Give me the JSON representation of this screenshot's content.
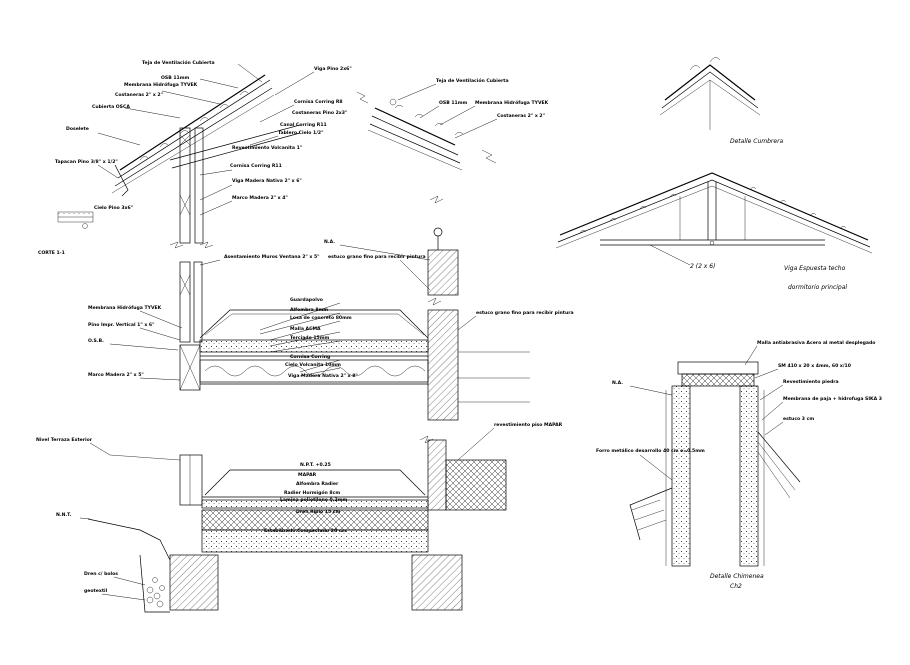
{
  "colors": {
    "ink": "#000000",
    "paper": "#ffffff"
  },
  "drawing": {
    "eave_detail": {
      "labels": [
        "Teja de Ventilación Cubierta",
        "OSB 11mm",
        "Membrana Hidrófuga TYVEK",
        "Costaneras 2\" x 2\"",
        "Cubierta OSCA",
        "Doselete",
        "Tapacan Pino 3/8\" x 1/2\"",
        "Viga Pino 2x6\"",
        "Cornisa Corring R8",
        "Costaneras Pino 2x3\"",
        "Canal Corring R11",
        "Tablero Cielo 1/2\"",
        "Revestimiento Volcanita 1\"",
        "Cornisa Corring R11",
        "Viga Madera Nativa 2\" x 6\"",
        "Marco Madera 2\" x 4\"",
        "Cielo Pino 3x6\"",
        "CORTE 1-1",
        "Asentamiento Muros Ventana 2\" x 5\""
      ]
    },
    "ridge_detail": {
      "labels": [
        "Teja de Ventilación Cubierta",
        "OSB 11mm",
        "Membrana Hidrófuga TYVEK",
        "Costaneras 2\" x 2\""
      ]
    },
    "wall_detail": {
      "labels": [
        "Membrana Hidrófuga TYVEK",
        "Pino Impr. Vertical 1\" x 6\"",
        "O.S.B.",
        "Marco Madera 2\" x 5\""
      ]
    },
    "floor_detail": {
      "labels": [
        "N.A.",
        "estuco grano fino para recibir pintura",
        "Guardapolvo",
        "Alfombra 8mm",
        "Losa de concreto 80mm",
        "Malla ACMA",
        "Terciado 15mm",
        "Cornisa Corring",
        "Cielo Volcanita 10mm",
        "Viga Madera Nativa 2\" x 8\"",
        "estuco grano fino para recibir pintura"
      ]
    },
    "foundation_detail": {
      "labels": [
        "Nivel Terraza Exterior",
        "N.P.T. +0.25",
        "MAPAR",
        "Alfombra Radier",
        "Radier Hormigón 8cm",
        "Lamina polietileno 0,2mm",
        "Dren Ripio 15 cm",
        "Estabilizado Compactado 20 cm",
        "N.N.T.",
        "Dren c/ bolos",
        "geotextil",
        "revestimiento piso MAPAR"
      ]
    },
    "right_top": {
      "ridge_caption": "Detalle Cumbrera",
      "truss_dim": "2 (2 x 6)",
      "truss_caption_1": "Viga Espuesta techo",
      "truss_caption_2": "dormitorio principal"
    },
    "chimney": {
      "labels": [
        "Malla antiabrasiva Acero al metal desplegado",
        "SM 410 x 20 x 4mm, 60 x/10",
        "Revestimiento piedra",
        "Membrana de paja + hidrofuga SIKA 3",
        "estuco 3 cm",
        "N.A.",
        "Forro metálico desarrollo 40 cm e=0.5mm"
      ],
      "caption_1": "Detalle Chimenea",
      "caption_2": "Ch2"
    }
  }
}
